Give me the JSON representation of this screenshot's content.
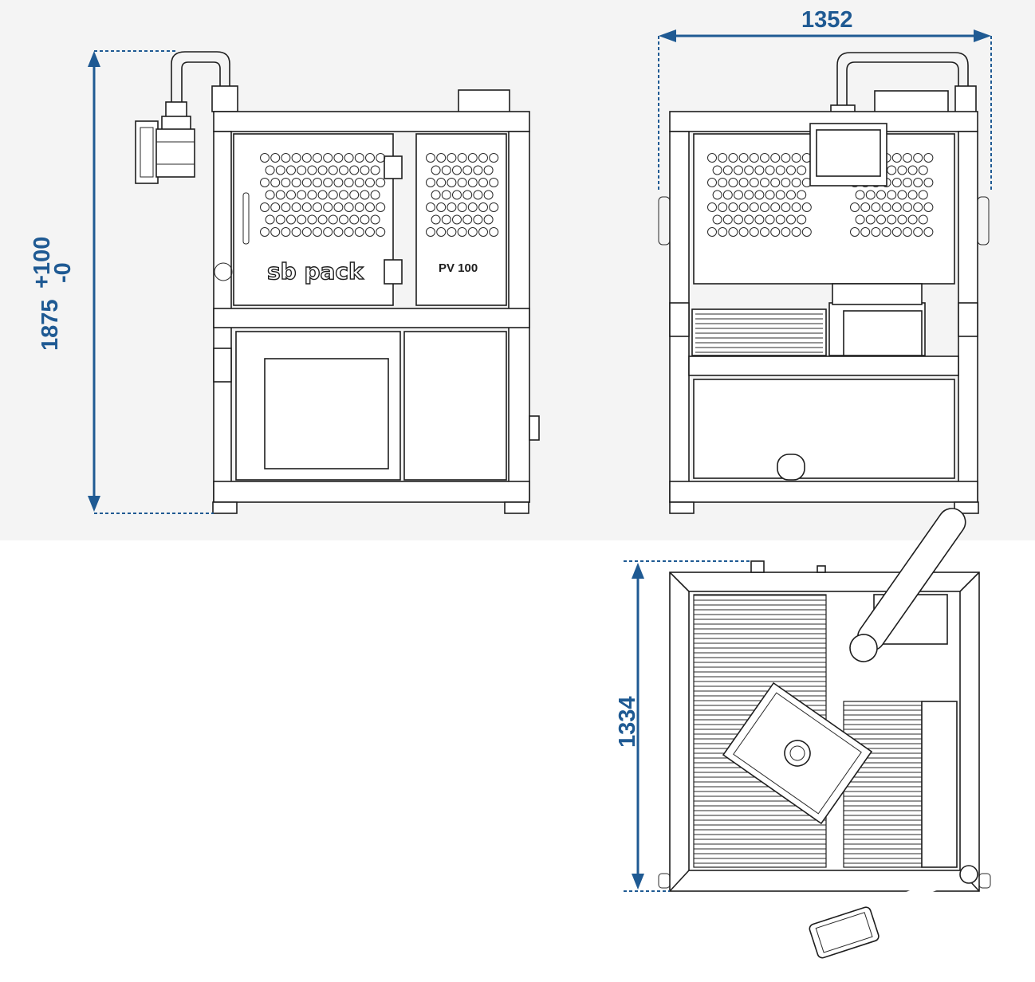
{
  "dimensions": {
    "height": "1875",
    "tolerance_upper": "+100",
    "tolerance_lower": "-0",
    "width": "1352",
    "depth": "1334"
  },
  "labels": {
    "brand": "sb pack",
    "model": "PV 100"
  },
  "colors": {
    "dimension": "#1f5a93",
    "drawing_line": "#1e1e1e",
    "panel_background": "#f4f4f4"
  },
  "views": [
    {
      "id": "side-view",
      "description_shown": false
    },
    {
      "id": "front-view",
      "description_shown": false
    },
    {
      "id": "top-view",
      "description_shown": false
    }
  ]
}
